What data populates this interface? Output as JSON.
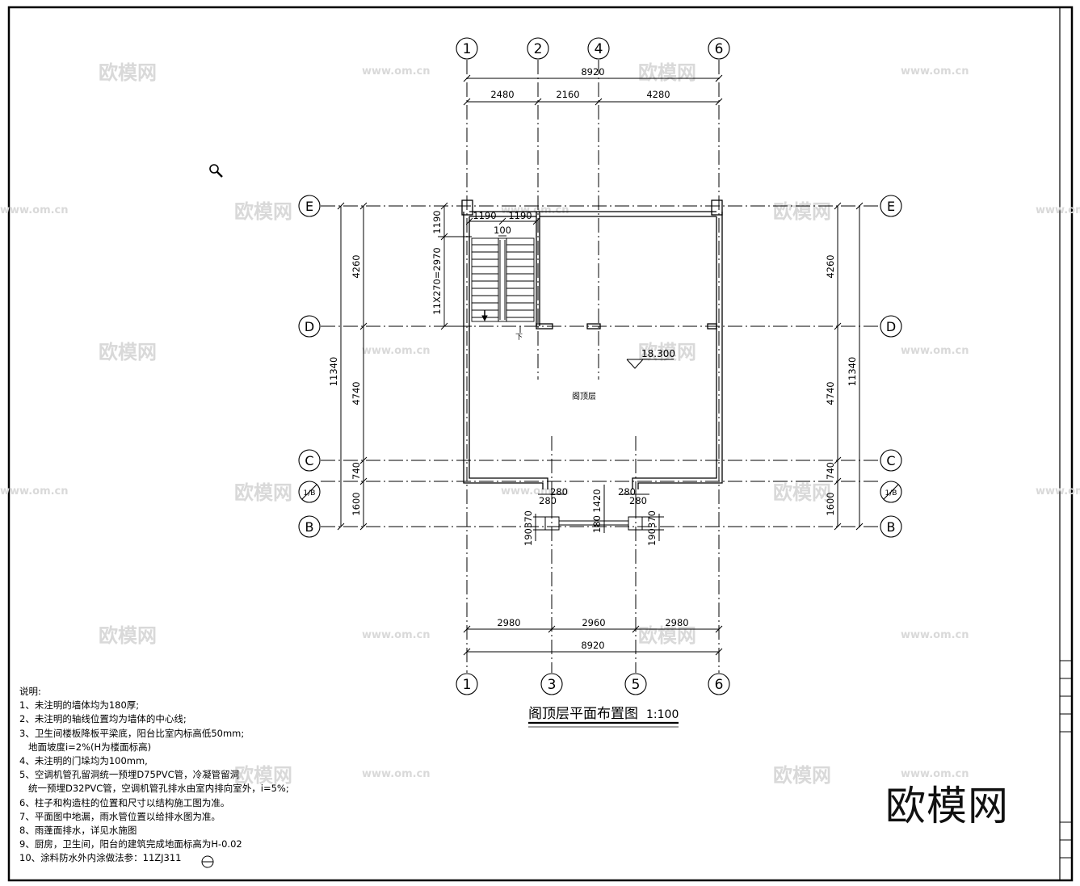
{
  "title": "阁顶层平面布置图",
  "scale": "1:100",
  "room_label": "阁顶层",
  "elevation": "18.300",
  "stair": {
    "down_label": "下",
    "run_label": "11X270=2970",
    "w1": "1190",
    "w2": "1190",
    "gap": "100",
    "h1": "1190"
  },
  "axes_top": [
    "1",
    "2",
    "4",
    "6"
  ],
  "axes_bottom": [
    "1",
    "3",
    "5",
    "6"
  ],
  "axes_side": [
    "E",
    "D",
    "C",
    "1/B",
    "B"
  ],
  "dims_top": {
    "total": "8920",
    "segments": [
      "2480",
      "2160",
      "4280"
    ]
  },
  "dims_bottom": {
    "total": "8920",
    "segments": [
      "2980",
      "2960",
      "2980"
    ]
  },
  "dims_left": {
    "total": "11340",
    "segments": [
      "4260",
      "4740",
      "740",
      "1600"
    ]
  },
  "dims_right": {
    "total": "11340",
    "segments": [
      "4260",
      "4740",
      "740",
      "1600"
    ]
  },
  "col_dims": {
    "a": "280",
    "b": "280",
    "c": "280",
    "d": "280",
    "e": "1420",
    "f": "180",
    "g": "190",
    "h": "370",
    "i": "190",
    "j": "370"
  },
  "watermark": "欧模网",
  "watermark_url": "www.om.cn",
  "brand": "欧模网",
  "notes": [
    "说明:",
    "1、未注明的墙体均为180厚;",
    "2、未注明的轴线位置均为墙体的中心线;",
    "3、卫生间楼板降板平梁底，阳台比室内标高低50mm;",
    "   地面坡度i=2%(H为楼面标高)",
    "4、未注明的门垛均为100mm,",
    "5、空调机管孔留洞统一预埋D75PVC管，冷凝管留洞",
    "   统一预埋D32PVC管，空调机管孔排水由室内排向室外，i=5%;",
    "6、柱子和构造柱的位置和尺寸以结构施工图为准。",
    "7、平面图中地漏，雨水管位置以给排水图为准。",
    "8、雨蓬面排水，详见水施图",
    "9、厨房，卫生间，阳台的建筑完成地面标高为H-0.02",
    "10、涂料防水外内涂做法参：11ZJ311"
  ]
}
